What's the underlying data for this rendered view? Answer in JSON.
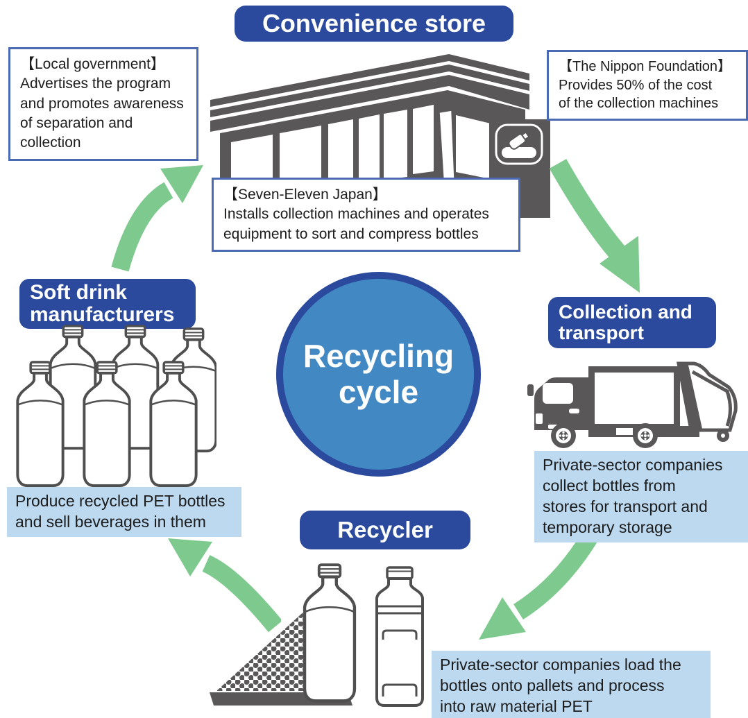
{
  "title": {
    "label": "Convenience store"
  },
  "center": {
    "line1": "Recycling",
    "line2": "cycle"
  },
  "stages": {
    "manufacturers": {
      "line1": "Soft drink",
      "line2": "manufacturers"
    },
    "collection": {
      "line1": "Collection and",
      "line2": "transport"
    },
    "recycler": {
      "label": "Recycler"
    }
  },
  "callouts": {
    "local_government": {
      "heading": "【Local government】",
      "body": "Advertises the program\nand promotes awareness\nof separation and\ncollection"
    },
    "nippon_foundation": {
      "heading": "【The Nippon Foundation】",
      "body": "Provides 50% of the cost\nof the collection machines"
    },
    "seven_eleven": {
      "heading": "【Seven-Eleven Japan】",
      "body": "Installs collection machines and operates\nequipment to sort and compress bottles"
    }
  },
  "notes": {
    "collection": "Private-sector companies\ncollect bottles from\nstores for transport and\ntemporary storage",
    "recycler": "Private-sector companies load the\nbottles onto pallets and process\ninto raw material PET",
    "manufacturers": "Produce recycled PET bottles\nand sell beverages in them"
  },
  "icons": {
    "collection_machine": "bottle-deposit-icon"
  },
  "colors": {
    "label_blue": "#2b4a9e",
    "circle_blue": "#4289c4",
    "note_light_blue": "#bcd9f0",
    "callout_border_blue": "#4a6ab3",
    "arrow_green": "#7dc98e",
    "illustration_gray": "#595757"
  }
}
